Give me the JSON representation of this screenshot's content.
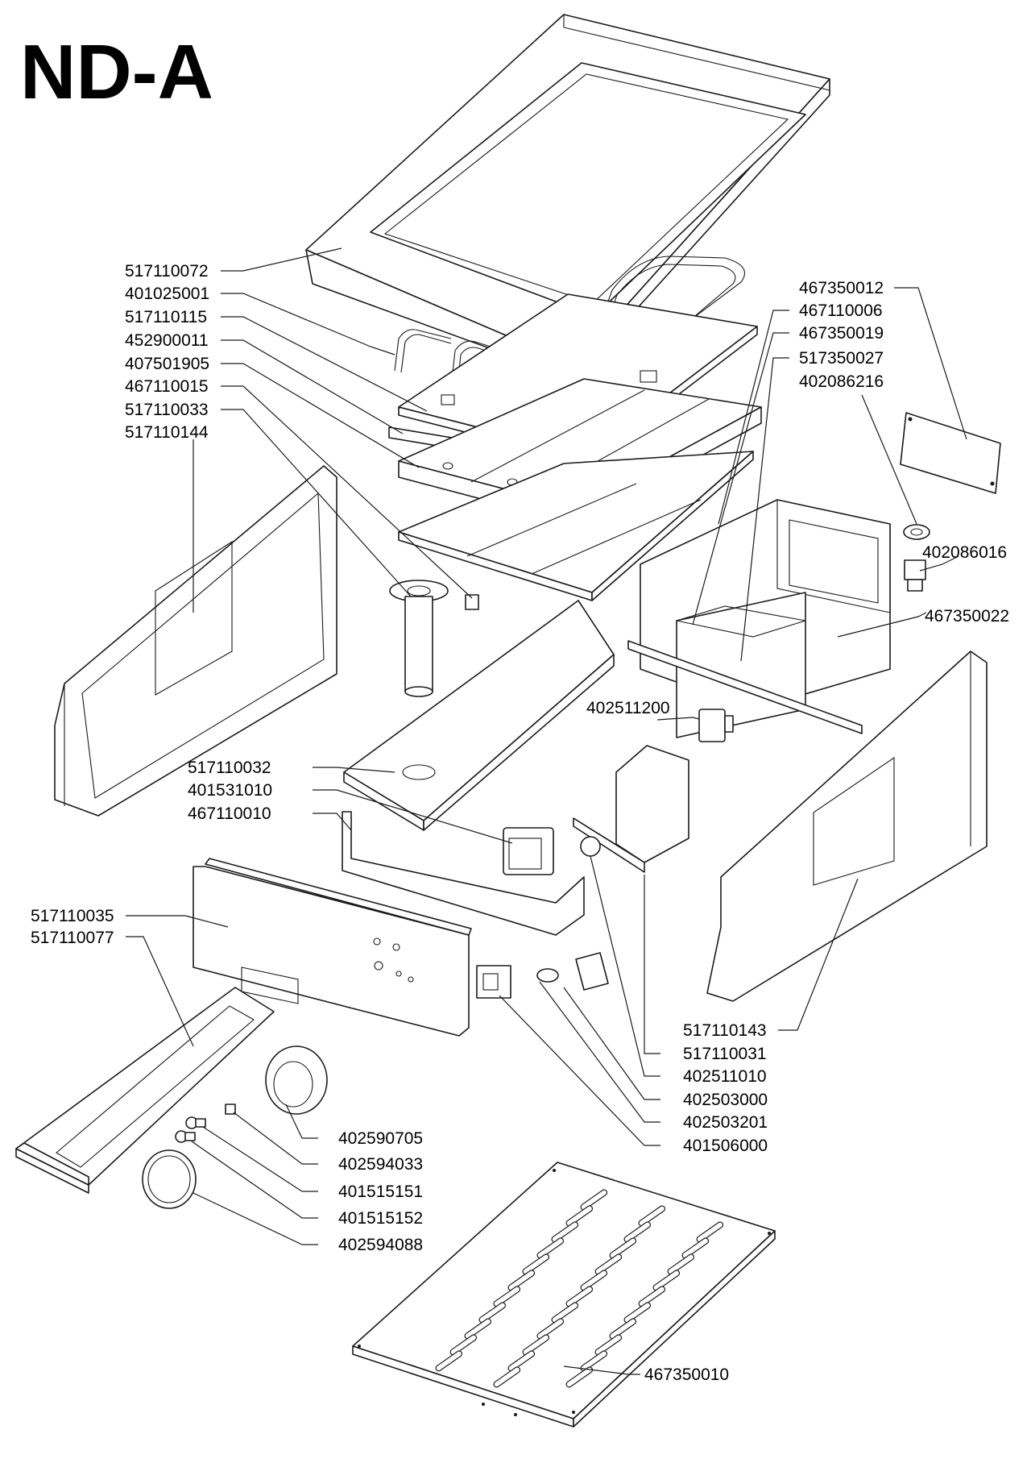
{
  "title": "ND-A",
  "part_numbers": {
    "p517110072": "517110072",
    "p401025001": "401025001",
    "p517110115": "517110115",
    "p452900011": "452900011",
    "p407501905": "407501905",
    "p467110015": "467110015",
    "p517110033": "517110033",
    "p517110144": "517110144",
    "p467350012": "467350012",
    "p467110006": "467110006",
    "p467350019": "467350019",
    "p517350027": "517350027",
    "p402086216": "402086216",
    "p402086016": "402086016",
    "p467350022": "467350022",
    "p402511200": "402511200",
    "p517110032": "517110032",
    "p401531010": "401531010",
    "p467110010": "467110010",
    "p517110035": "517110035",
    "p517110077": "517110077",
    "p517110143": "517110143",
    "p517110031": "517110031",
    "p402511010": "402511010",
    "p402503000": "402503000",
    "p402503201": "402503201",
    "p401506000": "401506000",
    "p402590705": "402590705",
    "p402594033": "402594033",
    "p401515151": "401515151",
    "p401515152": "401515152",
    "p402594088": "402594088",
    "p467350010": "467350010"
  }
}
